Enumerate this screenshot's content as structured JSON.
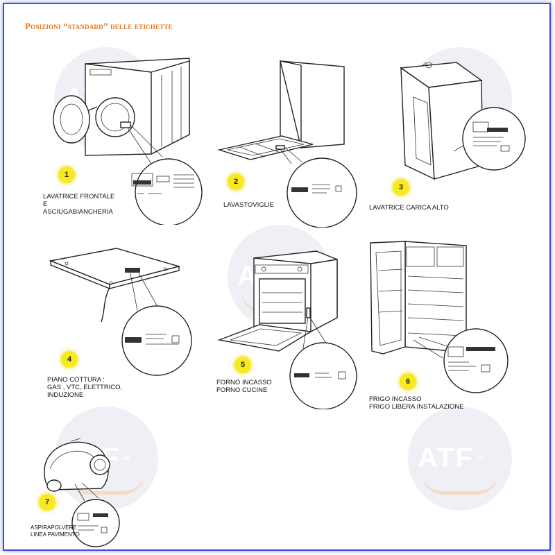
{
  "title": "Posizioni “standard” delle etichette",
  "watermark": {
    "logo": "ATF",
    "suffix": "srl"
  },
  "colors": {
    "frame": "#3b4fd8",
    "title": "#e8731b",
    "badge": "#f7ea1e"
  },
  "items": [
    {
      "number": "1",
      "lines": [
        "LAVATRICE FRONTALE",
        "E",
        "ASCIUGABIANCHERIA"
      ]
    },
    {
      "number": "2",
      "lines": [
        "LAVASTOVIGLIE"
      ]
    },
    {
      "number": "3",
      "lines": [
        "LAVATRICE CARICA ALTO"
      ]
    },
    {
      "number": "4",
      "lines": [
        "PIANO COTTURA :",
        "GAS , VTC, ELETTRICO,",
        "INDUZIONE"
      ]
    },
    {
      "number": "5",
      "lines": [
        "FORNO INCASSO",
        "FORNO CUCINE"
      ]
    },
    {
      "number": "6",
      "lines": [
        "FRIGO INCASSO",
        "FRIGO LIBERA INSTALAZIONE"
      ]
    },
    {
      "number": "7",
      "lines": [
        "ASPIRAPOLVERE",
        "LINEA PAVIMENTO"
      ]
    }
  ]
}
